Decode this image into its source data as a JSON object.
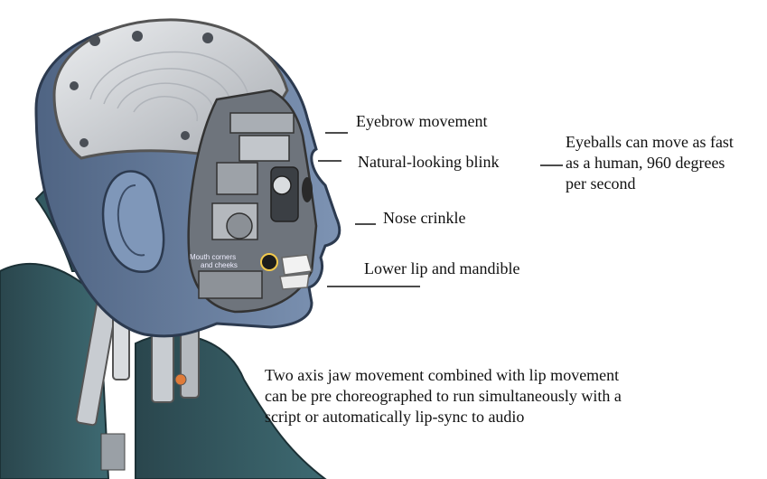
{
  "diagram": {
    "callouts": {
      "eyebrow": "Eyebrow movement",
      "blink": "Natural-looking blink",
      "nose": "Nose crinkle",
      "lip": "Lower lip and mandible"
    },
    "eyeballs": {
      "line1": "Eyeballs can move as fast",
      "line2": "as a human, 960 degrees",
      "line3": "per second"
    },
    "jaw": {
      "line1": "Two axis jaw movement combined with lip movement",
      "line2": "can be pre choreographed to run simultaneously with a",
      "line3": "script or automatically lip-sync to audio"
    },
    "mouth_label": {
      "line1": "Mouth corners",
      "line2": "and cheeks"
    }
  },
  "colors": {
    "skull": "#5f7594",
    "skull_dark": "#3d4d66",
    "helmet": "#c9ccd1",
    "neck": "#2f4f57",
    "mech": "#8a8f96"
  }
}
